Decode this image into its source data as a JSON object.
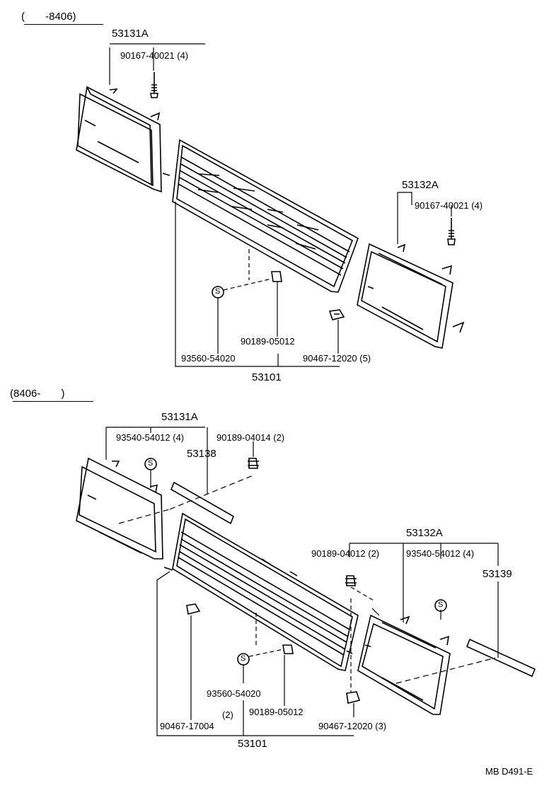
{
  "sections": {
    "upper": {
      "range": "(       -8406)"
    },
    "lower": {
      "range": "(8406-       )"
    }
  },
  "labels": {
    "upper": {
      "bracket_left": "53131A",
      "screw_left": "90167-40021 (4)",
      "bracket_right": "53132A",
      "screw_right": "90167-40021 (4)",
      "clip_center": "90189-05012",
      "s_mark_part": "93560-54020",
      "clip_right": "90467-12020 (5)",
      "grille": "53101"
    },
    "lower": {
      "bracket_left": "53131A",
      "s_part_left": "93540-54012 (4)",
      "clip_left_top": "90189-04014 (2)",
      "molding_left": "53138",
      "bracket_right": "53132A",
      "clip_right_top": "90189-04012 (2)",
      "s_part_right": "93540-54012 (4)",
      "molding_right": "53139",
      "s_mark_part": "93560-54020",
      "clip_center": "90189-05012",
      "clip_bottom_left_qty": "(2)",
      "clip_bottom_left": "90467-17004",
      "clip_bottom_right": "90467-12020 (3)",
      "grille": "53101"
    },
    "s_symbol": "S"
  },
  "footer": {
    "code": "MB D491-E"
  }
}
